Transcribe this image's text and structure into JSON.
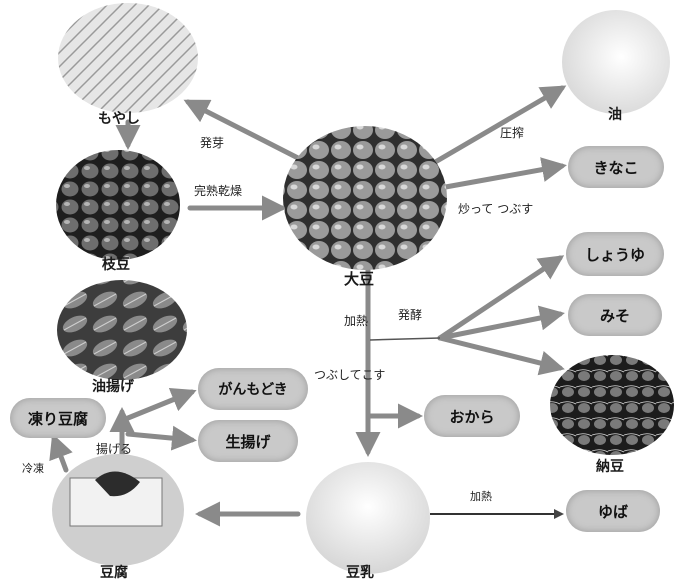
{
  "nodes": {
    "daizu": "大豆",
    "moyashi": "もやし",
    "edamame": "枝豆",
    "abura": "油",
    "kinako": "きなこ",
    "shoyu": "しょうゆ",
    "miso": "みそ",
    "natto": "納豆",
    "okara": "おから",
    "yuba": "ゆば",
    "tonyu": "豆乳",
    "tofu": "豆腐",
    "aburaage": "油揚げ",
    "ganmodoki": "がんもどき",
    "namaage": "生揚げ",
    "koridofu": "凍り豆腐"
  },
  "edges": {
    "hatsuga": "発芽",
    "kanjuku": "完熟乾燥",
    "assaku": "圧搾",
    "itte_tsubusu": "炒って つぶす",
    "kanetsu": "加熱",
    "hakko": "発酵",
    "tsubushite_kosu": "つぶしてこす",
    "kanetsu2": "加熱",
    "ageru": "揚げる",
    "reito": "冷凍"
  },
  "colors": {
    "arrow": "#8a8a8a",
    "pill": "#c9c9c9",
    "bean": "#8e8e8e",
    "bean_dark": "#3a3a3a"
  }
}
